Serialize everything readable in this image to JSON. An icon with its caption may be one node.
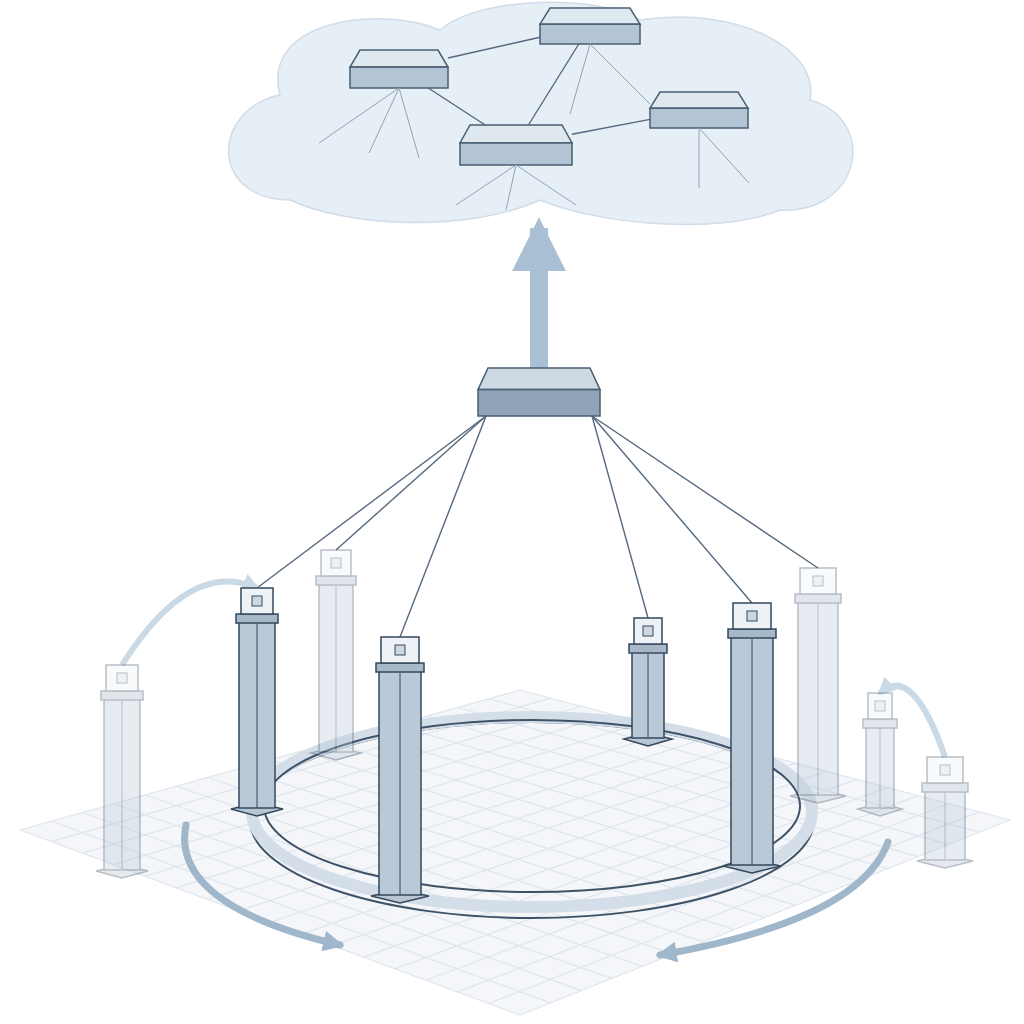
{
  "diagram": {
    "nodes": [
      {
        "text": [],
        "shape": "cloud"
      },
      {
        "text": [],
        "shape": "box",
        "in": 0
      },
      {
        "text": [],
        "shape": "box",
        "in": 0
      },
      {
        "text": [],
        "shape": "box",
        "in": 0
      },
      {
        "text": [],
        "shape": "box",
        "in": 0
      },
      {
        "text": [],
        "shape": "box"
      },
      {
        "text": [],
        "shape": "column"
      },
      {
        "text": [],
        "shape": "column"
      },
      {
        "text": [],
        "shape": "column"
      },
      {
        "text": [],
        "shape": "column"
      },
      {
        "text": [],
        "shape": "column"
      },
      {
        "text": [],
        "shape": "column"
      },
      {
        "text": [],
        "shape": "column"
      },
      {
        "text": [],
        "shape": "column"
      },
      {
        "text": [],
        "shape": "column"
      }
    ],
    "edges": [
      {
        "from": 2,
        "to": 1,
        "arrow": "none"
      },
      {
        "from": 2,
        "to": 4,
        "arrow": "none"
      },
      {
        "from": 1,
        "to": 4,
        "arrow": "none"
      },
      {
        "from": 4,
        "to": 3,
        "arrow": "none"
      },
      {
        "from": 5,
        "to": 0,
        "arrow": "to",
        "style": "thick",
        "color": "#a9bfd3"
      },
      {
        "from": 5,
        "to": 7,
        "arrow": "none"
      },
      {
        "from": 5,
        "to": 8,
        "arrow": "none"
      },
      {
        "from": 5,
        "to": 9,
        "arrow": "none"
      },
      {
        "from": 5,
        "to": 10,
        "arrow": "none"
      },
      {
        "from": 5,
        "to": 11,
        "arrow": "none"
      },
      {
        "from": 5,
        "to": 12,
        "arrow": "none"
      },
      {
        "from": 6,
        "to": 7,
        "arrow": "to",
        "style": "thick",
        "color": "#c9d9e6"
      },
      {
        "from": 14,
        "to": 13,
        "arrow": "to",
        "style": "thick",
        "color": "#c9d9e6"
      }
    ]
  }
}
